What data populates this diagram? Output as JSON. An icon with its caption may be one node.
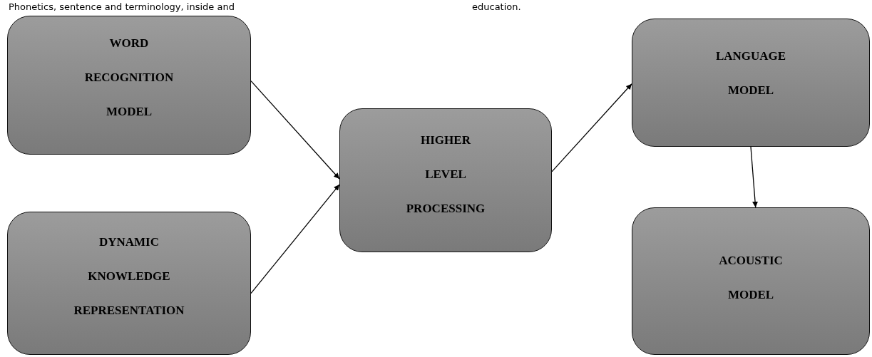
{
  "diagram": {
    "nodes": [
      {
        "text": [
          "WORD RECOGNITION MODEL"
        ]
      },
      {
        "text": [
          "DYNAMIC KNOWLEDGE REPRESENTATION"
        ]
      },
      {
        "text": [
          "HIGHER LEVEL PROCESSING"
        ]
      },
      {
        "text": [
          "LANGUAGE MODEL"
        ]
      },
      {
        "text": [
          "ACOUSTIC MODEL"
        ]
      }
    ],
    "edges": [
      {
        "from": 0,
        "to": 2,
        "arrow": "to"
      },
      {
        "from": 1,
        "to": 2,
        "arrow": "to"
      },
      {
        "from": 2,
        "to": 3,
        "arrow": "to"
      },
      {
        "from": 3,
        "to": 4,
        "arrow": "to"
      }
    ],
    "labels": [
      "Phonetics, sentence and terminology, inside and",
      "education."
    ]
  }
}
